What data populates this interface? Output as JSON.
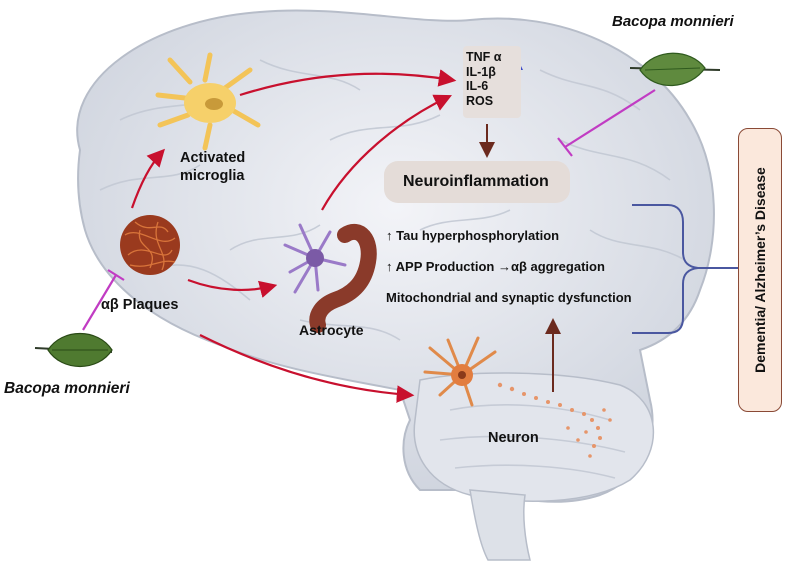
{
  "labels": {
    "activated_microglia_1": "Activated",
    "activated_microglia_2": "microglia",
    "ab_plaques": "αβ Plaques",
    "astrocyte": "Astrocyte",
    "neuron": "Neuron",
    "neuroinflammation": "Neuroinflammation",
    "bacopa_top": "Bacopa monnieri",
    "bacopa_left": "Bacopa monnieri",
    "dementia": "Dementia/ Alzheimer’s Disease"
  },
  "cytokines": [
    "TNF α",
    "IL-1β",
    "IL-6",
    "ROS"
  ],
  "outcomes": [
    "↑ Tau hyperphosphorylation",
    "↑ APP Production →αβ aggregation",
    "Mitochondrial and synaptic  dysfunction"
  ],
  "colors": {
    "arrow": "#c8102e",
    "inhibit": "#c13cc3",
    "bracket": "#4a57a0",
    "brain": "#d9dde6",
    "up_arrow": "#3b49c8"
  }
}
